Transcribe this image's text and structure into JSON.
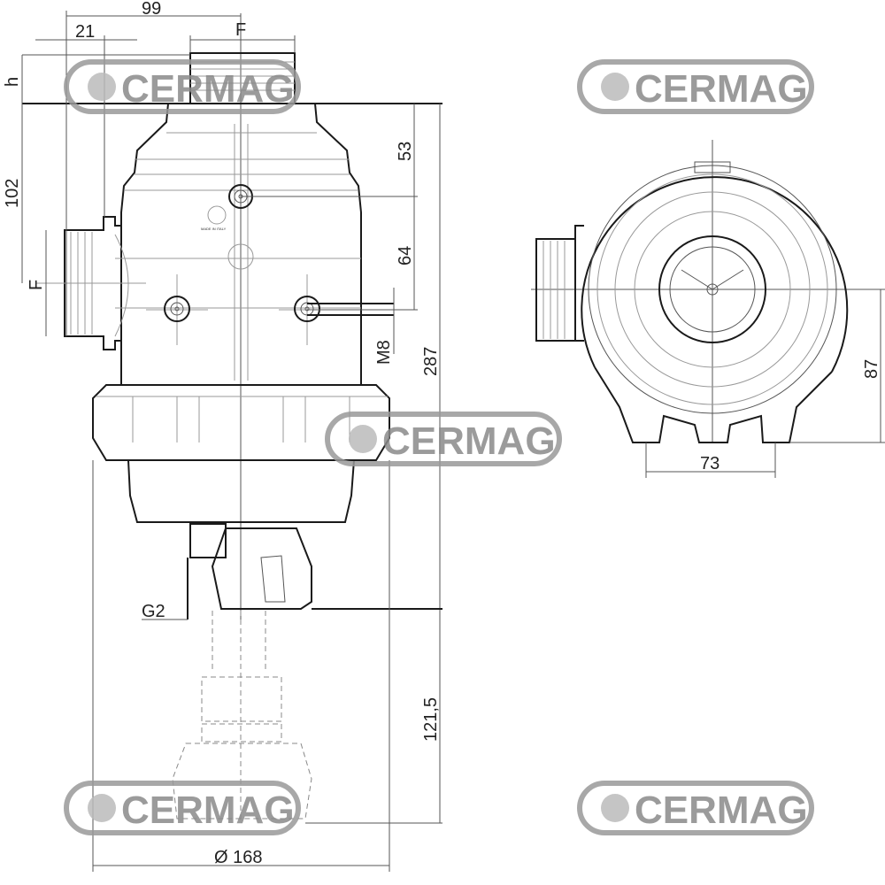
{
  "drawing": {
    "side_view": {
      "dimensions": {
        "width_to_axis": "99",
        "port_offset": "21",
        "thread_top": "F",
        "height_h": "h",
        "port_height": "102",
        "thread_side": "F",
        "upper_to_mount": "53",
        "mount_spacing": "64",
        "mount_thread": "M8",
        "total_height": "287",
        "drain": "G2",
        "cartridge_removal": "121,5",
        "diameter": "Ø 168"
      },
      "label_made_in": "MADE IN ITALY"
    },
    "top_view": {
      "dimensions": {
        "foot_spacing": "73",
        "axis_to_base": "87"
      }
    },
    "watermark": {
      "text": "CERMAG",
      "color": "#8a8a8a"
    }
  }
}
